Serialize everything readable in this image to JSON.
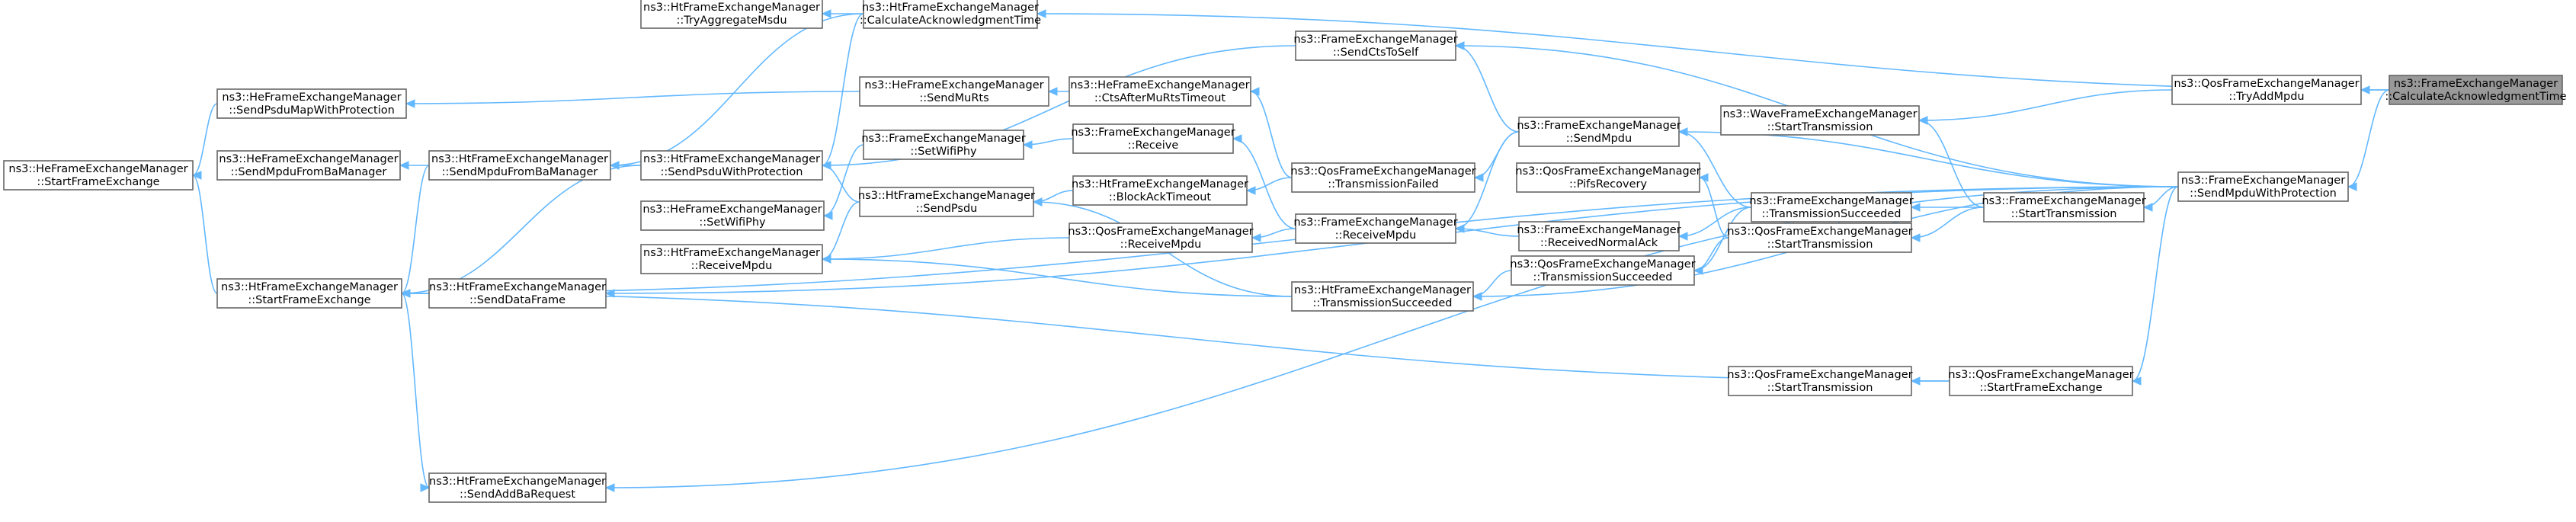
{
  "graph": {
    "nodes": [
      {
        "id": "n_calc_ack_fem",
        "line1": "ns3::FrameExchangeManager",
        "line2": "::CalculateAcknowledgmentTime"
      },
      {
        "id": "n_try_add_mpdu",
        "line1": "ns3::QosFrameExchangeManager",
        "line2": "::TryAddMpdu"
      },
      {
        "id": "n_send_mpdu_wp",
        "line1": "ns3::FrameExchangeManager",
        "line2": "::SendMpduWithProtection"
      },
      {
        "id": "n_wave_start",
        "line1": "ns3::WaveFrameExchangeManager",
        "line2": "::StartTransmission"
      },
      {
        "id": "n_fem_start",
        "line1": "ns3::FrameExchangeManager",
        "line2": "::StartTransmission"
      },
      {
        "id": "n_qos_start_fe",
        "line1": "ns3::QosFrameExchangeManager",
        "line2": "::StartFrameExchange"
      },
      {
        "id": "n_qos_start_tx_c",
        "line1": "ns3::QosFrameExchangeManager",
        "line2": "::StartTransmission"
      },
      {
        "id": "n_ht_calc_ack",
        "line1": "ns3::HtFrameExchangeManager",
        "line2": "::CalculateAcknowledgmentTime"
      },
      {
        "id": "n_ht_try_agg",
        "line1": "ns3::HtFrameExchangeManager",
        "line2": "::TryAggregateMsdu"
      },
      {
        "id": "n_send_cts_self",
        "line1": "ns3::FrameExchangeManager",
        "line2": "::SendCtsToSelf"
      },
      {
        "id": "n_fem_send_mpdu",
        "line1": "ns3::FrameExchangeManager",
        "line2": "::SendMpdu"
      },
      {
        "id": "n_qos_pifs",
        "line1": "ns3::QosFrameExchangeManager",
        "line2": "::PifsRecovery"
      },
      {
        "id": "n_fem_tx_succ",
        "line1": "ns3::FrameExchangeManager",
        "line2": "::TransmissionSucceeded"
      },
      {
        "id": "n_qos_start_tx",
        "line1": "ns3::QosFrameExchangeManager",
        "line2": "::StartTransmission"
      },
      {
        "id": "n_fem_recv_ack",
        "line1": "ns3::FrameExchangeManager",
        "line2": "::ReceivedNormalAck"
      },
      {
        "id": "n_qos_tx_succ",
        "line1": "ns3::QosFrameExchangeManager",
        "line2": "::TransmissionSucceeded"
      },
      {
        "id": "n_qos_tx_failed",
        "line1": "ns3::QosFrameExchangeManager",
        "line2": "::TransmissionFailed"
      },
      {
        "id": "n_fem_recv_mpdu",
        "line1": "ns3::FrameExchangeManager",
        "line2": "::ReceiveMpdu"
      },
      {
        "id": "n_ht_tx_succ",
        "line1": "ns3::HtFrameExchangeManager",
        "line2": "::TransmissionSucceeded"
      },
      {
        "id": "n_he_cts_timeout",
        "line1": "ns3::HeFrameExchangeManager",
        "line2": "::CtsAfterMuRtsTimeout"
      },
      {
        "id": "n_fem_receive",
        "line1": "ns3::FrameExchangeManager",
        "line2": "::Receive"
      },
      {
        "id": "n_ht_blockack_to",
        "line1": "ns3::HtFrameExchangeManager",
        "line2": "::BlockAckTimeout"
      },
      {
        "id": "n_qos_recv_mpdu",
        "line1": "ns3::QosFrameExchangeManager",
        "line2": "::ReceiveMpdu"
      },
      {
        "id": "n_he_send_murts",
        "line1": "ns3::HeFrameExchangeManager",
        "line2": "::SendMuRts"
      },
      {
        "id": "n_fem_set_phy",
        "line1": "ns3::FrameExchangeManager",
        "line2": "::SetWifiPhy"
      },
      {
        "id": "n_ht_send_psdu",
        "line1": "ns3::HtFrameExchangeManager",
        "line2": "::SendPsdu"
      },
      {
        "id": "n_ht_psdu_wp",
        "line1": "ns3::HtFrameExchangeManager",
        "line2": "::SendPsduWithProtection"
      },
      {
        "id": "n_he_set_phy",
        "line1": "ns3::HeFrameExchangeManager",
        "line2": "::SetWifiPhy"
      },
      {
        "id": "n_ht_recv_mpdu",
        "line1": "ns3::HtFrameExchangeManager",
        "line2": "::ReceiveMpdu"
      },
      {
        "id": "n_he_psdu_map",
        "line1": "ns3::HeFrameExchangeManager",
        "line2": "::SendPsduMapWithProtection"
      },
      {
        "id": "n_he_send_mpdu_ba",
        "line1": "ns3::HeFrameExchangeManager",
        "line2": "::SendMpduFromBaManager"
      },
      {
        "id": "n_ht_send_mpdu_ba",
        "line1": "ns3::HtFrameExchangeManager",
        "line2": "::SendMpduFromBaManager"
      },
      {
        "id": "n_ht_send_data",
        "line1": "ns3::HtFrameExchangeManager",
        "line2": "::SendDataFrame"
      },
      {
        "id": "n_ht_start_fe",
        "line1": "ns3::HtFrameExchangeManager",
        "line2": "::StartFrameExchange"
      },
      {
        "id": "n_ht_send_addba",
        "line1": "ns3::HtFrameExchangeManager",
        "line2": "::SendAddBaRequest"
      },
      {
        "id": "n_he_start_fe",
        "line1": "ns3::HeFrameExchangeManager",
        "line2": "::StartFrameExchange"
      }
    ],
    "focus_node": "n_calc_ack_fem",
    "edges": [
      {
        "from": "n_calc_ack_fem",
        "to": "n_try_add_mpdu"
      },
      {
        "from": "n_calc_ack_fem",
        "to": "n_send_mpdu_wp"
      },
      {
        "from": "n_calc_ack_fem",
        "to": "n_ht_calc_ack"
      },
      {
        "from": "n_try_add_mpdu",
        "to": "n_wave_start"
      },
      {
        "from": "n_send_mpdu_wp",
        "to": "n_send_cts_self"
      },
      {
        "from": "n_send_mpdu_wp",
        "to": "n_fem_send_mpdu"
      },
      {
        "from": "n_send_mpdu_wp",
        "to": "n_fem_start"
      },
      {
        "from": "n_send_mpdu_wp",
        "to": "n_qos_start_fe"
      },
      {
        "from": "n_send_mpdu_wp",
        "to": "n_ht_send_data"
      },
      {
        "from": "n_send_mpdu_wp",
        "to": "n_ht_start_fe"
      },
      {
        "from": "n_send_mpdu_wp",
        "to": "n_ht_send_addba"
      },
      {
        "from": "n_send_mpdu_wp",
        "to": "n_ht_tx_succ"
      },
      {
        "from": "n_fem_start",
        "to": "n_wave_start"
      },
      {
        "from": "n_fem_start",
        "to": "n_fem_tx_succ"
      },
      {
        "from": "n_fem_start",
        "to": "n_qos_start_tx"
      },
      {
        "from": "n_qos_start_fe",
        "to": "n_qos_start_tx_c"
      },
      {
        "from": "n_qos_start_fe",
        "to": "n_ht_start_fe"
      },
      {
        "from": "n_qos_start_tx",
        "to": "n_qos_start_tx"
      },
      {
        "from": "n_qos_start_tx",
        "to": "n_qos_tx_succ"
      },
      {
        "from": "n_qos_start_tx",
        "to": "n_qos_pifs"
      },
      {
        "from": "n_fem_tx_succ",
        "to": "n_fem_recv_ack"
      },
      {
        "from": "n_fem_tx_succ",
        "to": "n_qos_tx_succ"
      },
      {
        "from": "n_fem_tx_succ",
        "to": "n_fem_send_mpdu"
      },
      {
        "from": "n_fem_send_mpdu",
        "to": "n_send_cts_self"
      },
      {
        "from": "n_fem_send_mpdu",
        "to": "n_qos_tx_failed"
      },
      {
        "from": "n_fem_send_mpdu",
        "to": "n_fem_recv_mpdu"
      },
      {
        "from": "n_fem_recv_ack",
        "to": "n_fem_recv_mpdu"
      },
      {
        "from": "n_qos_tx_succ",
        "to": "n_ht_tx_succ"
      },
      {
        "from": "n_qos_tx_failed",
        "to": "n_he_cts_timeout"
      },
      {
        "from": "n_qos_tx_failed",
        "to": "n_ht_blockack_to"
      },
      {
        "from": "n_fem_recv_mpdu",
        "to": "n_fem_receive"
      },
      {
        "from": "n_fem_recv_mpdu",
        "to": "n_qos_recv_mpdu"
      },
      {
        "from": "n_qos_recv_mpdu",
        "to": "n_ht_recv_mpdu"
      },
      {
        "from": "n_ht_tx_succ",
        "to": "n_ht_send_psdu"
      },
      {
        "from": "n_ht_tx_succ",
        "to": "n_ht_recv_mpdu"
      },
      {
        "from": "n_ht_blockack_to",
        "to": "n_ht_send_psdu"
      },
      {
        "from": "n_fem_receive",
        "to": "n_fem_set_phy"
      },
      {
        "from": "n_he_cts_timeout",
        "to": "n_he_send_murts"
      },
      {
        "from": "n_he_send_murts",
        "to": "n_he_psdu_map"
      },
      {
        "from": "n_fem_set_phy",
        "to": "n_he_set_phy"
      },
      {
        "from": "n_ht_send_psdu",
        "to": "n_ht_psdu_wp"
      },
      {
        "from": "n_ht_send_psdu",
        "to": "n_ht_recv_mpdu"
      },
      {
        "from": "n_ht_calc_ack",
        "to": "n_ht_try_agg"
      },
      {
        "from": "n_ht_calc_ack",
        "to": "n_ht_psdu_wp"
      },
      {
        "from": "n_ht_calc_ack",
        "to": "n_ht_send_mpdu_ba"
      },
      {
        "from": "n_send_cts_self",
        "to": "n_ht_psdu_wp"
      },
      {
        "from": "n_ht_psdu_wp",
        "to": "n_ht_send_mpdu_ba"
      },
      {
        "from": "n_ht_psdu_wp",
        "to": "n_ht_start_fe"
      },
      {
        "from": "n_he_psdu_map",
        "to": "n_he_start_fe"
      },
      {
        "from": "n_ht_send_mpdu_ba",
        "to": "n_he_send_mpdu_ba"
      },
      {
        "from": "n_ht_send_mpdu_ba",
        "to": "n_ht_start_fe"
      },
      {
        "from": "n_ht_send_data",
        "to": "n_ht_start_fe"
      },
      {
        "from": "n_ht_start_fe",
        "to": "n_he_start_fe"
      },
      {
        "from": "n_ht_start_fe",
        "to": "n_ht_send_addba"
      }
    ],
    "colors": {
      "edge": "#63b8ff",
      "node_border": "#666666",
      "node_fill": "#ffffff",
      "focus_fill": "#999999"
    }
  }
}
